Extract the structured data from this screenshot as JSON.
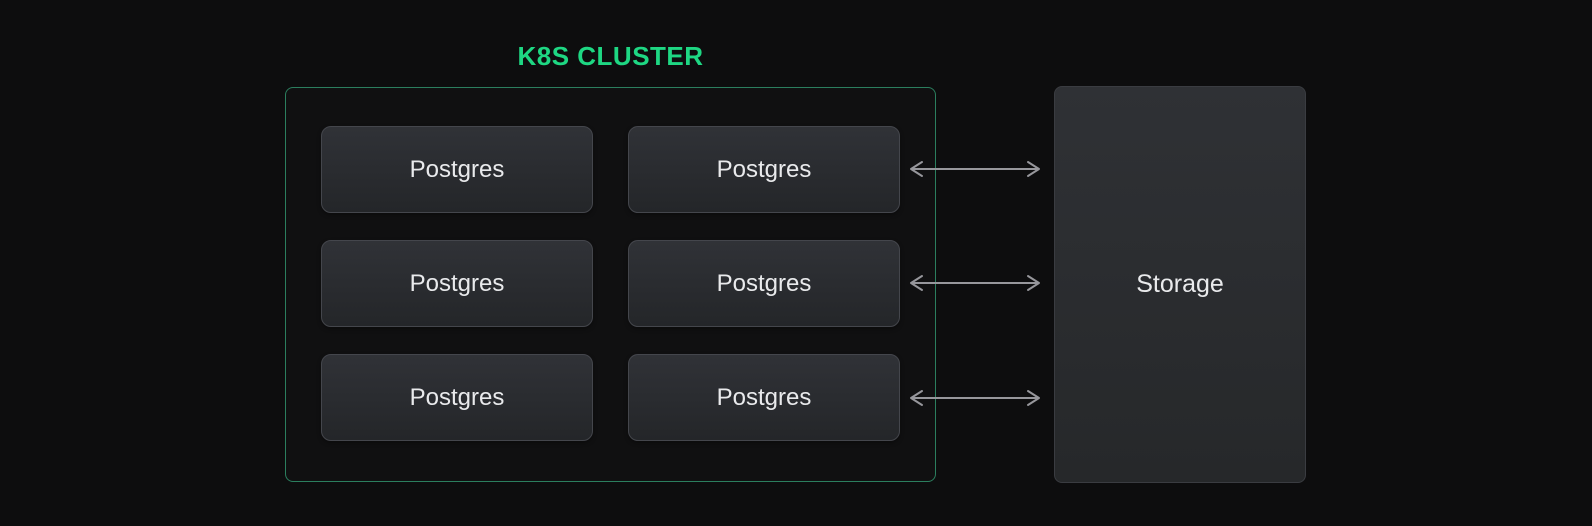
{
  "diagram": {
    "cluster": {
      "title": "K8S CLUSTER",
      "nodes": [
        {
          "label": "Postgres"
        },
        {
          "label": "Postgres"
        },
        {
          "label": "Postgres"
        },
        {
          "label": "Postgres"
        },
        {
          "label": "Postgres"
        },
        {
          "label": "Postgres"
        }
      ]
    },
    "storage": {
      "label": "Storage"
    },
    "arrows": {
      "count": 3,
      "type": "bidirectional",
      "connects": "Postgres column 2 <-> Storage"
    },
    "colors": {
      "background": "#0d0d0e",
      "accent_green": "#1ed783",
      "cluster_border": "#2b7e5e",
      "node_fill_top": "#303237",
      "node_fill_bottom": "#242629",
      "arrow": "#97979c",
      "text": "#e9eaec"
    }
  }
}
